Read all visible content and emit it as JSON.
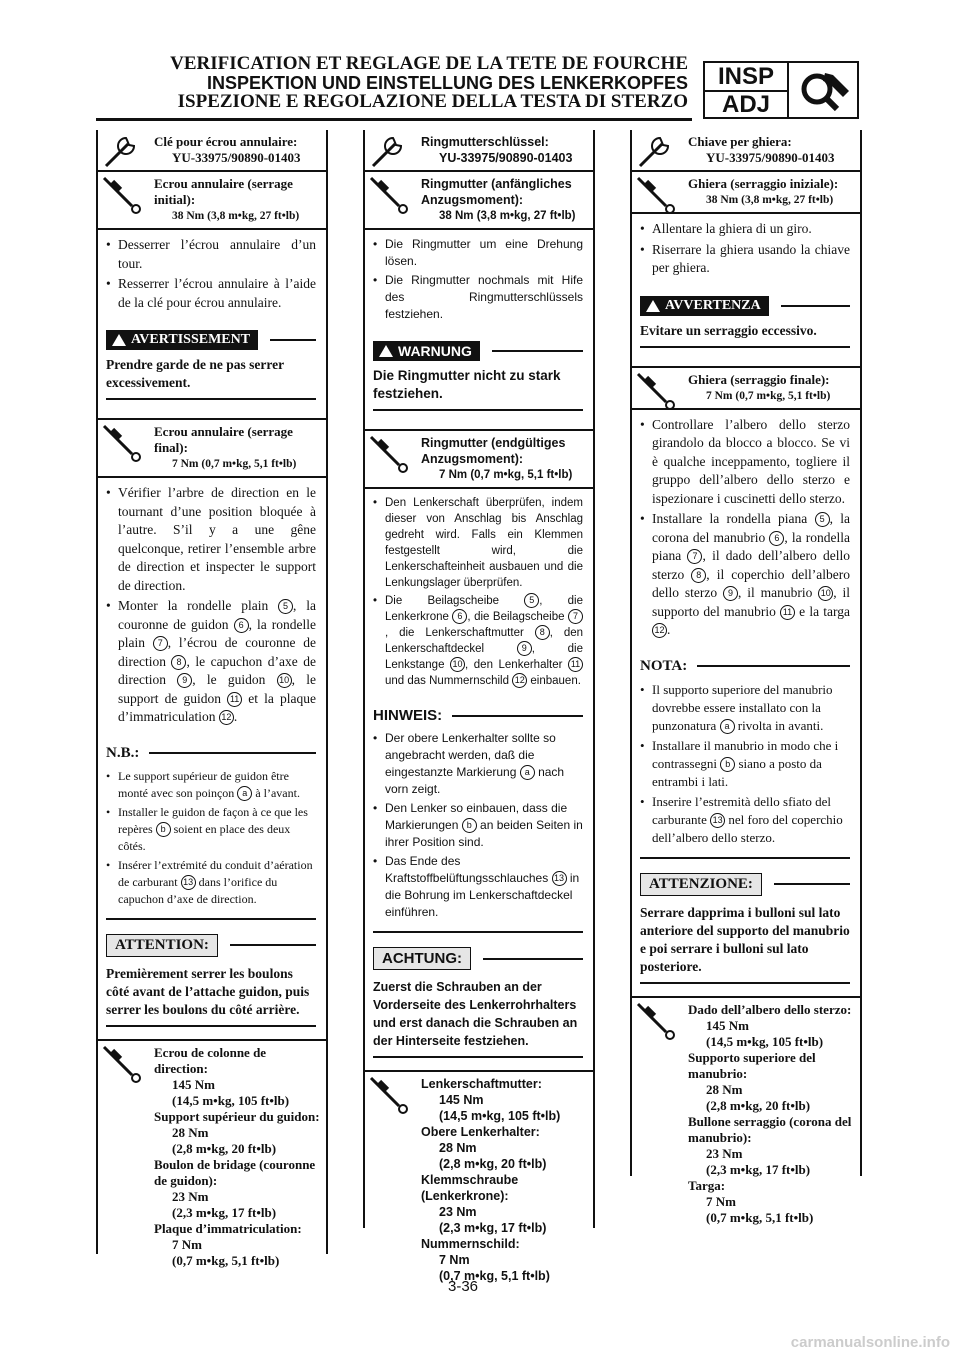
{
  "header": {
    "title_fr": "VERIFICATION ET REGLAGE DE LA TETE DE FOURCHE",
    "title_de": "INSPEKTION UND EINSTELLUNG DES LENKERKOPFES",
    "title_it": "ISPEZIONE E REGOLAZIONE DELLA TESTA DI STERZO",
    "badge_top": "INSP",
    "badge_bottom": "ADJ",
    "badge_icon": "wrench-magnifier-icon"
  },
  "fr": {
    "tool_title": "Clé pour écrou annulaire:",
    "tool_part": "YU-33975/90890-01403",
    "torque1_name": "Ecrou annulaire (serrage initial):",
    "torque1_value": "38 Nm (3,8 m•kg, 27 ft•lb)",
    "steps1": [
      "Desserrer l’écrou annulaire d’un tour.",
      "Resserrer l’écrou annulaire à l’aide de la clé pour écrou annulaire."
    ],
    "warning_label": "AVERTISSEMENT",
    "warning_text": "Prendre garde de ne pas serrer excessivement.",
    "torque2_name": "Ecrou annulaire (serrage final):",
    "torque2_value": "7 Nm (0,7 m•kg, 5,1 ft•lb)",
    "s2a": "Vérifier l’arbre de direction en le tournant d’une position bloquée à l’autre. S’il y a une gêne quelconque, retirer l’ensemble arbre de direction et inspecter le support de direction.",
    "s2b_1": "Monter la rondelle plain ",
    "s2b_2": ", la couronne de guidon ",
    "s2b_3": ", la rondelle plain ",
    "s2b_4": ", l’écrou de couronne de direction ",
    "s2b_5": ", le capuchon d’axe de direction ",
    "s2b_6": ", le guidon ",
    "s2b_7": ", le support de guidon ",
    "s2b_8": " et la plaque d’immatriculation ",
    "s2b_9": ".",
    "nb_label": "N.B.:",
    "nb1_1": "Le support supérieur de guidon être monté avec son poinçon ",
    "nb1_2": " à l’avant.",
    "nb2_1": "Installer le guidon de façon à ce que les repères ",
    "nb2_2": " soient en place des deux côtés.",
    "nb3_1": "Insérer l’extrémité du conduit d’aération de carburant ",
    "nb3_2": " dans l’orifice du capuchon d’axe de direction.",
    "attn_label": "ATTENTION:",
    "attn_text": "Premièrement serrer les boulons côté avant de l’attache guidon, puis serrer les boulons du côté arrière.",
    "t3_l1": "Ecrou de colonne de direction:",
    "t3_v1a": "145 Nm",
    "t3_v1b": "(14,5 m•kg, 105 ft•lb)",
    "t3_l2": "Support supérieur du guidon:",
    "t3_v2a": "28 Nm",
    "t3_v2b": "(2,8 m•kg, 20 ft•lb)",
    "t3_l3": "Boulon de bridage (couronne de guidon):",
    "t3_v3a": "23 Nm",
    "t3_v3b": "(2,3 m•kg, 17 ft•lb)",
    "t3_l4": "Plaque d’immatriculation:",
    "t3_v4a": "7 Nm",
    "t3_v4b": "(0,7 m•kg, 5,1 ft•lb)"
  },
  "de": {
    "tool_title": "Ringmutterschlüssel:",
    "tool_part": "YU-33975/90890-01403",
    "torque1_name": "Ringmutter (anfängliches Anzugsmoment):",
    "torque1_value": "38 Nm (3,8 m•kg, 27 ft•lb)",
    "steps1": [
      "Die Ringmutter um eine Drehung lösen.",
      "Die Ringmutter nochmals mit Hife des Ringmutterschlüssels festziehen."
    ],
    "warning_label": "WARNUNG",
    "warning_text": "Die Ringmutter nicht zu stark festziehen.",
    "torque2_name": "Ringmutter (endgültiges Anzugsmoment):",
    "torque2_value": "7 Nm (0,7 m•kg, 5,1 ft•lb)",
    "s2a": "Den Lenkerschaft überprüfen, indem dieser von Anschlag bis Anschlag gedreht wird. Falls ein Klemmen festgestellt wird, die Lenkerschafteinheit ausbauen und die Lenkungslager überprüfen.",
    "s2b_1": "Die Beilagscheibe ",
    "s2b_2": ", die Lenkerkrone ",
    "s2b_3": ", die Beilagscheibe ",
    "s2b_4": ", die Lenkerschaftmutter ",
    "s2b_5": ", den Lenkerschaftdeckel ",
    "s2b_6": ", die Lenkstange ",
    "s2b_7": ", den Lenkerhalter ",
    "s2b_8": " und das Nummernschild ",
    "s2b_9": " einbauen.",
    "nb_label": "HINWEIS:",
    "nb1_1": "Der obere Lenkerhalter sollte so angebracht werden, daß die eingestanzte Markierung ",
    "nb1_2": " nach vorn zeigt.",
    "nb2_1": "Den Lenker so einbauen, dass die Markierungen ",
    "nb2_2": " an beiden Seiten in ihrer Position sind.",
    "nb3_1": "Das Ende des Kraftstoffbelüftungsschlauches ",
    "nb3_2": " in die Bohrung im Lenkerschaftdeckel einführen.",
    "attn_label": "ACHTUNG:",
    "attn_text": "Zuerst die Schrauben an der Vorderseite des Lenkerrohrhalters und erst danach die Schrauben an der Hinterseite festziehen.",
    "t3_l1": "Lenkerschaftmutter:",
    "t3_v1a": "145 Nm",
    "t3_v1b": "(14,5 m•kg, 105 ft•lb)",
    "t3_l2": "Obere Lenkerhalter:",
    "t3_v2a": "28 Nm",
    "t3_v2b": "(2,8 m•kg, 20 ft•lb)",
    "t3_l3": "Klemmschraube (Lenkerkrone):",
    "t3_v3a": "23 Nm",
    "t3_v3b": "(2,3 m•kg, 17 ft•lb)",
    "t3_l4": "Nummernschild:",
    "t3_v4a": "7 Nm",
    "t3_v4b": "(0,7 m•kg, 5,1 ft•lb)"
  },
  "it": {
    "tool_title": "Chiave per ghiera:",
    "tool_part": "YU-33975/90890-01403",
    "torque1_name": "Ghiera (serraggio iniziale):",
    "torque1_value": "38 Nm (3,8 m•kg, 27 ft•lb)",
    "steps1": [
      "Allentare la ghiera di un giro.",
      "Riserrare la ghiera usando la chiave per ghiera."
    ],
    "warning_label": "AVVERTENZA",
    "warning_text": "Evitare un serraggio eccessivo.",
    "torque2_name": "Ghiera (serraggio finale):",
    "torque2_value": "7 Nm (0,7 m•kg, 5,1 ft•lb)",
    "s2a": "Controllare l’albero dello sterzo girandolo da blocco a blocco. Se vi è qualche inceppamento, togliere il gruppo dell’albero dello sterzo e ispezionare i cuscinetti dello sterzo.",
    "s2b_1": "Installare la rondella piana ",
    "s2b_2": ", la corona del manubrio ",
    "s2b_3": ", la rondella piana ",
    "s2b_4": ", il dado dell’albero dello sterzo ",
    "s2b_5": ", il coperchio dell’albero dello sterzo ",
    "s2b_6": ", il manubrio ",
    "s2b_7": ", il supporto del manubrio ",
    "s2b_8": " e la targa ",
    "s2b_9": ".",
    "nb_label": "NOTA:",
    "nb1_1": "Il supporto superiore del manubrio dovrebbe essere installato con la punzonatura ",
    "nb1_2": " rivolta in avanti.",
    "nb2_1": "Installare il manubrio in modo che i contrassegni ",
    "nb2_2": " siano a posto da entrambi i lati.",
    "nb3_1": "Inserire l’estremità dello sfiato del carburante ",
    "nb3_2": " nel foro del coperchio dell’albero dello sterzo.",
    "attn_label": "ATTENZIONE:",
    "attn_text": "Serrare dapprima i bulloni sul lato anteriore del supporto del manubrio e poi serrare i bulloni sul lato posteriore.",
    "t3_l1": "Dado dell’albero dello sterzo:",
    "t3_v1a": "145 Nm",
    "t3_v1b": "(14,5 m•kg, 105 ft•lb)",
    "t3_l2": "Supporto superiore del manubrio:",
    "t3_v2a": "28 Nm",
    "t3_v2b": "(2,8 m•kg, 20 ft•lb)",
    "t3_l3": "Bullone serraggio (corona del manubrio):",
    "t3_v3a": "23 Nm",
    "t3_v3b": "(2,3 m•kg, 17 ft•lb)",
    "t3_l4": "Targa:",
    "t3_v4a": "7 Nm",
    "t3_v4b": "(0,7 m•kg, 5,1 ft•lb)"
  },
  "refs": {
    "r5": "5",
    "r6": "6",
    "r7": "7",
    "r8": "8",
    "r9": "9",
    "r10": "10",
    "r11": "11",
    "r12": "12",
    "r13": "13",
    "ra": "a",
    "rb": "b"
  },
  "footer": {
    "page_number": "3-36",
    "watermark": "carmanualsonline.info"
  }
}
